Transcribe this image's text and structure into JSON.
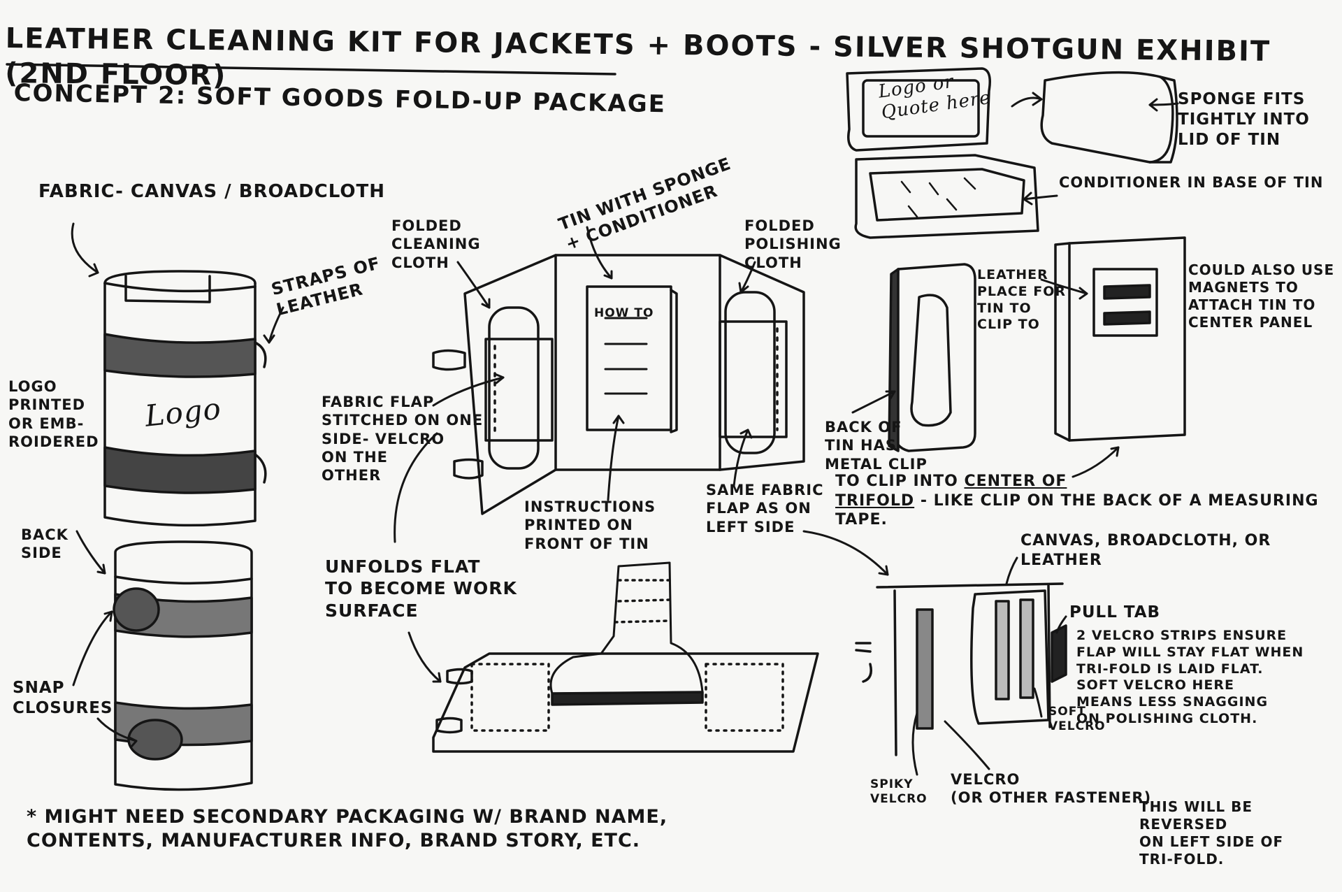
{
  "title": "LEATHER CLEANING KIT FOR JACKETS + BOOTS - SILVER SHOTGUN EXHIBIT (2ND FLOOR)",
  "concept": "CONCEPT 2: SOFT GOODS FOLD-UP PACKAGE",
  "labels": {
    "fabric": "FABRIC- CANVAS / BROADCLOTH",
    "straps": "STRAPS OF\nLEATHER",
    "logo_printed": "LOGO\nPRINTED\nOR EMB-\nROIDERED",
    "back_side": "BACK\nSIDE",
    "snap_closures": "SNAP\nCLOSURES",
    "footnote": "* MIGHT NEED SECONDARY PACKAGING w/ BRAND NAME,\nCONTENTS, MANUFACTURER INFO, BRAND STORY, ETC.",
    "folded_cleaning_cloth": "FOLDED\nCLEANING\nCLOTH",
    "tin_with_sponge": "TIN WITH SPONGE\n+ CONDITIONER",
    "folded_polishing_cloth": "FOLDED\nPOLISHING\nCLOTH",
    "fabric_flap": "FABRIC FLAP\nSTITCHED ON ONE\nSIDE- VELCRO\nON THE\nOTHER",
    "instructions": "INSTRUCTIONS\nPRINTED ON\nFRONT OF TIN",
    "same_fabric": "SAME FABRIC\nFLAP AS ON\nLEFT SIDE",
    "unfolds_flat": "UNFOLDS FLAT\nTO BECOME WORK\nSURFACE",
    "sponge_fits": "SPONGE FITS\nTIGHTLY INTO\nLID OF TIN",
    "conditioner_base": "CONDITIONER IN BASE OF TIN",
    "leather_place": "LEATHER\nPLACE FOR\nTIN TO\nCLIP TO",
    "could_use_magnets": "COULD ALSO USE\nMAGNETS TO\nATTACH TIN TO\nCENTER PANEL",
    "back_of_tin": "BACK OF\nTIN HAS\nMETAL CLIP",
    "clip_into_pre": "TO CLIP INTO ",
    "clip_into_u1": "CENTER OF",
    "clip_into_u2": "TRIFOLD",
    "clip_into_post": " - LIKE CLIP ON THE BACK OF A MEASURING",
    "clip_into_end": "TAPE.",
    "canvas_or_leather": "CANVAS, BROADCLOTH, OR LEATHER",
    "pull_tab": "PULL TAB",
    "velcro_strips": "2 VELCRO STRIPS ENSURE\nFLAP WILL STAY FLAT WHEN\nTRI-FOLD IS LAID FLAT.\nSOFT VELCRO HERE\nMEANS LESS SNAGGING\nON POLISHING CLOTH.",
    "soft_velcro": "SOFT\nVELCRO",
    "spiky_velcro": "SPIKY\nVELCRO",
    "velcro_other": "VELCRO\n(OR OTHER FASTENER)",
    "reversed": "THIS WILL BE REVERSED\nON LEFT SIDE OF\nTRI-FOLD.",
    "logo_on_can": "Logo",
    "how_to": "HOW TO",
    "logo_on_lid": "Logo or\nQuote here"
  },
  "colors": {
    "paper": "#f7f7f5",
    "ink": "#151515",
    "background": "#c9cdc9"
  }
}
